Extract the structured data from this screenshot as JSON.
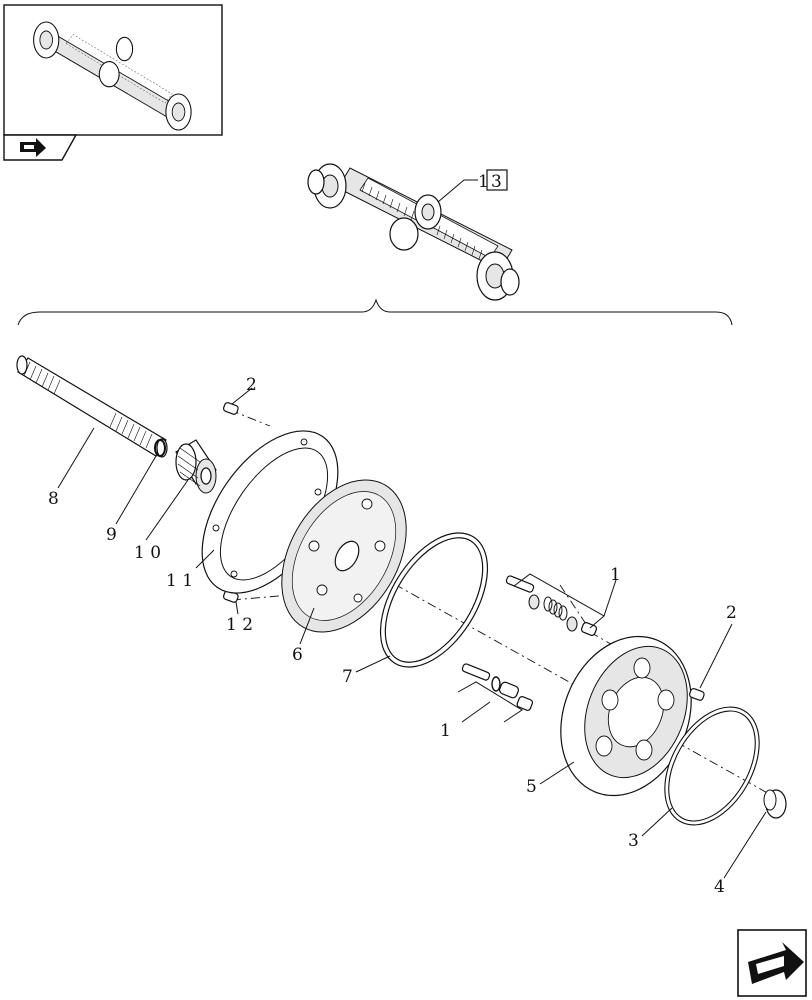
{
  "callouts": {
    "ref": "1",
    "ref_box": "3",
    "c1a": "1",
    "c1b": "1",
    "c2a": "2",
    "c2b": "2",
    "c3": "3",
    "c4": "4",
    "c5": "5",
    "c6": "6",
    "c7": "7",
    "c8": "8",
    "c9": "9",
    "c10": "1 0",
    "c11": "1 1",
    "c12": "1 2"
  },
  "icons": {
    "thumbnail_nav": "nav-arrow-icon",
    "next_page": "next-page-arrow-icon"
  }
}
